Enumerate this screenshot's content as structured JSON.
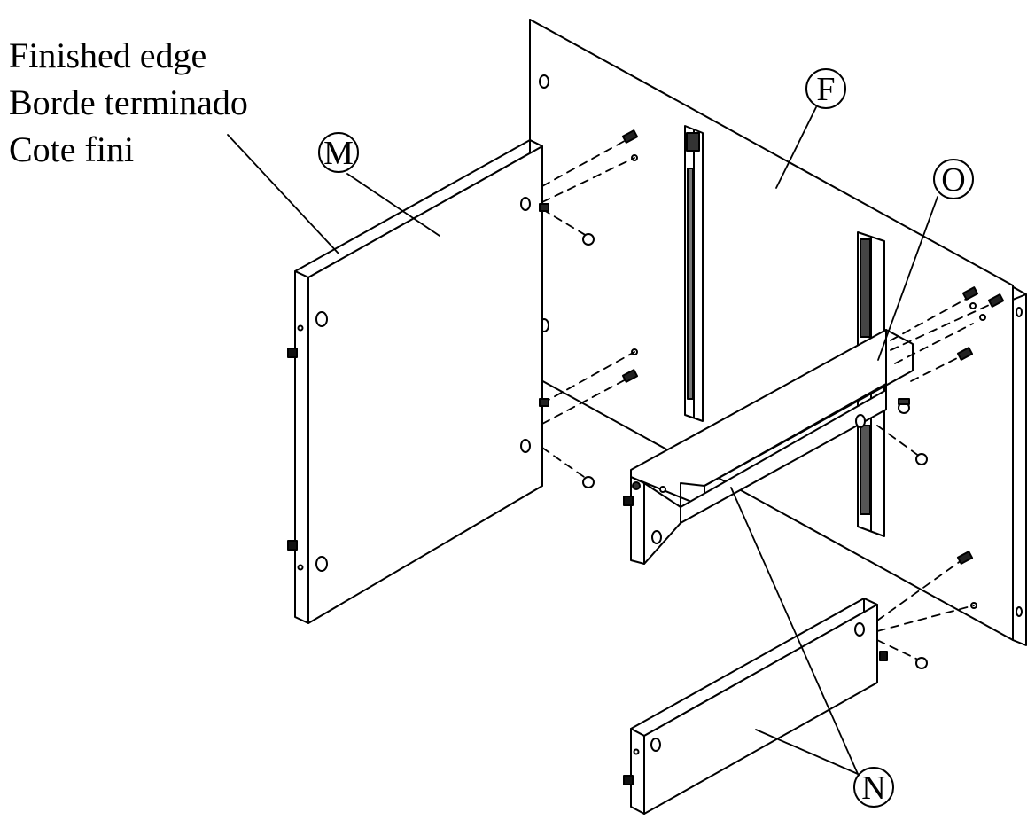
{
  "finished_edge_note": {
    "english": "Finished edge",
    "spanish": "Borde terminado",
    "french": "Cote fini"
  },
  "callouts": {
    "panel_m": "M",
    "panel_f": "F",
    "shelf_o": "O",
    "panels_n": "N"
  }
}
